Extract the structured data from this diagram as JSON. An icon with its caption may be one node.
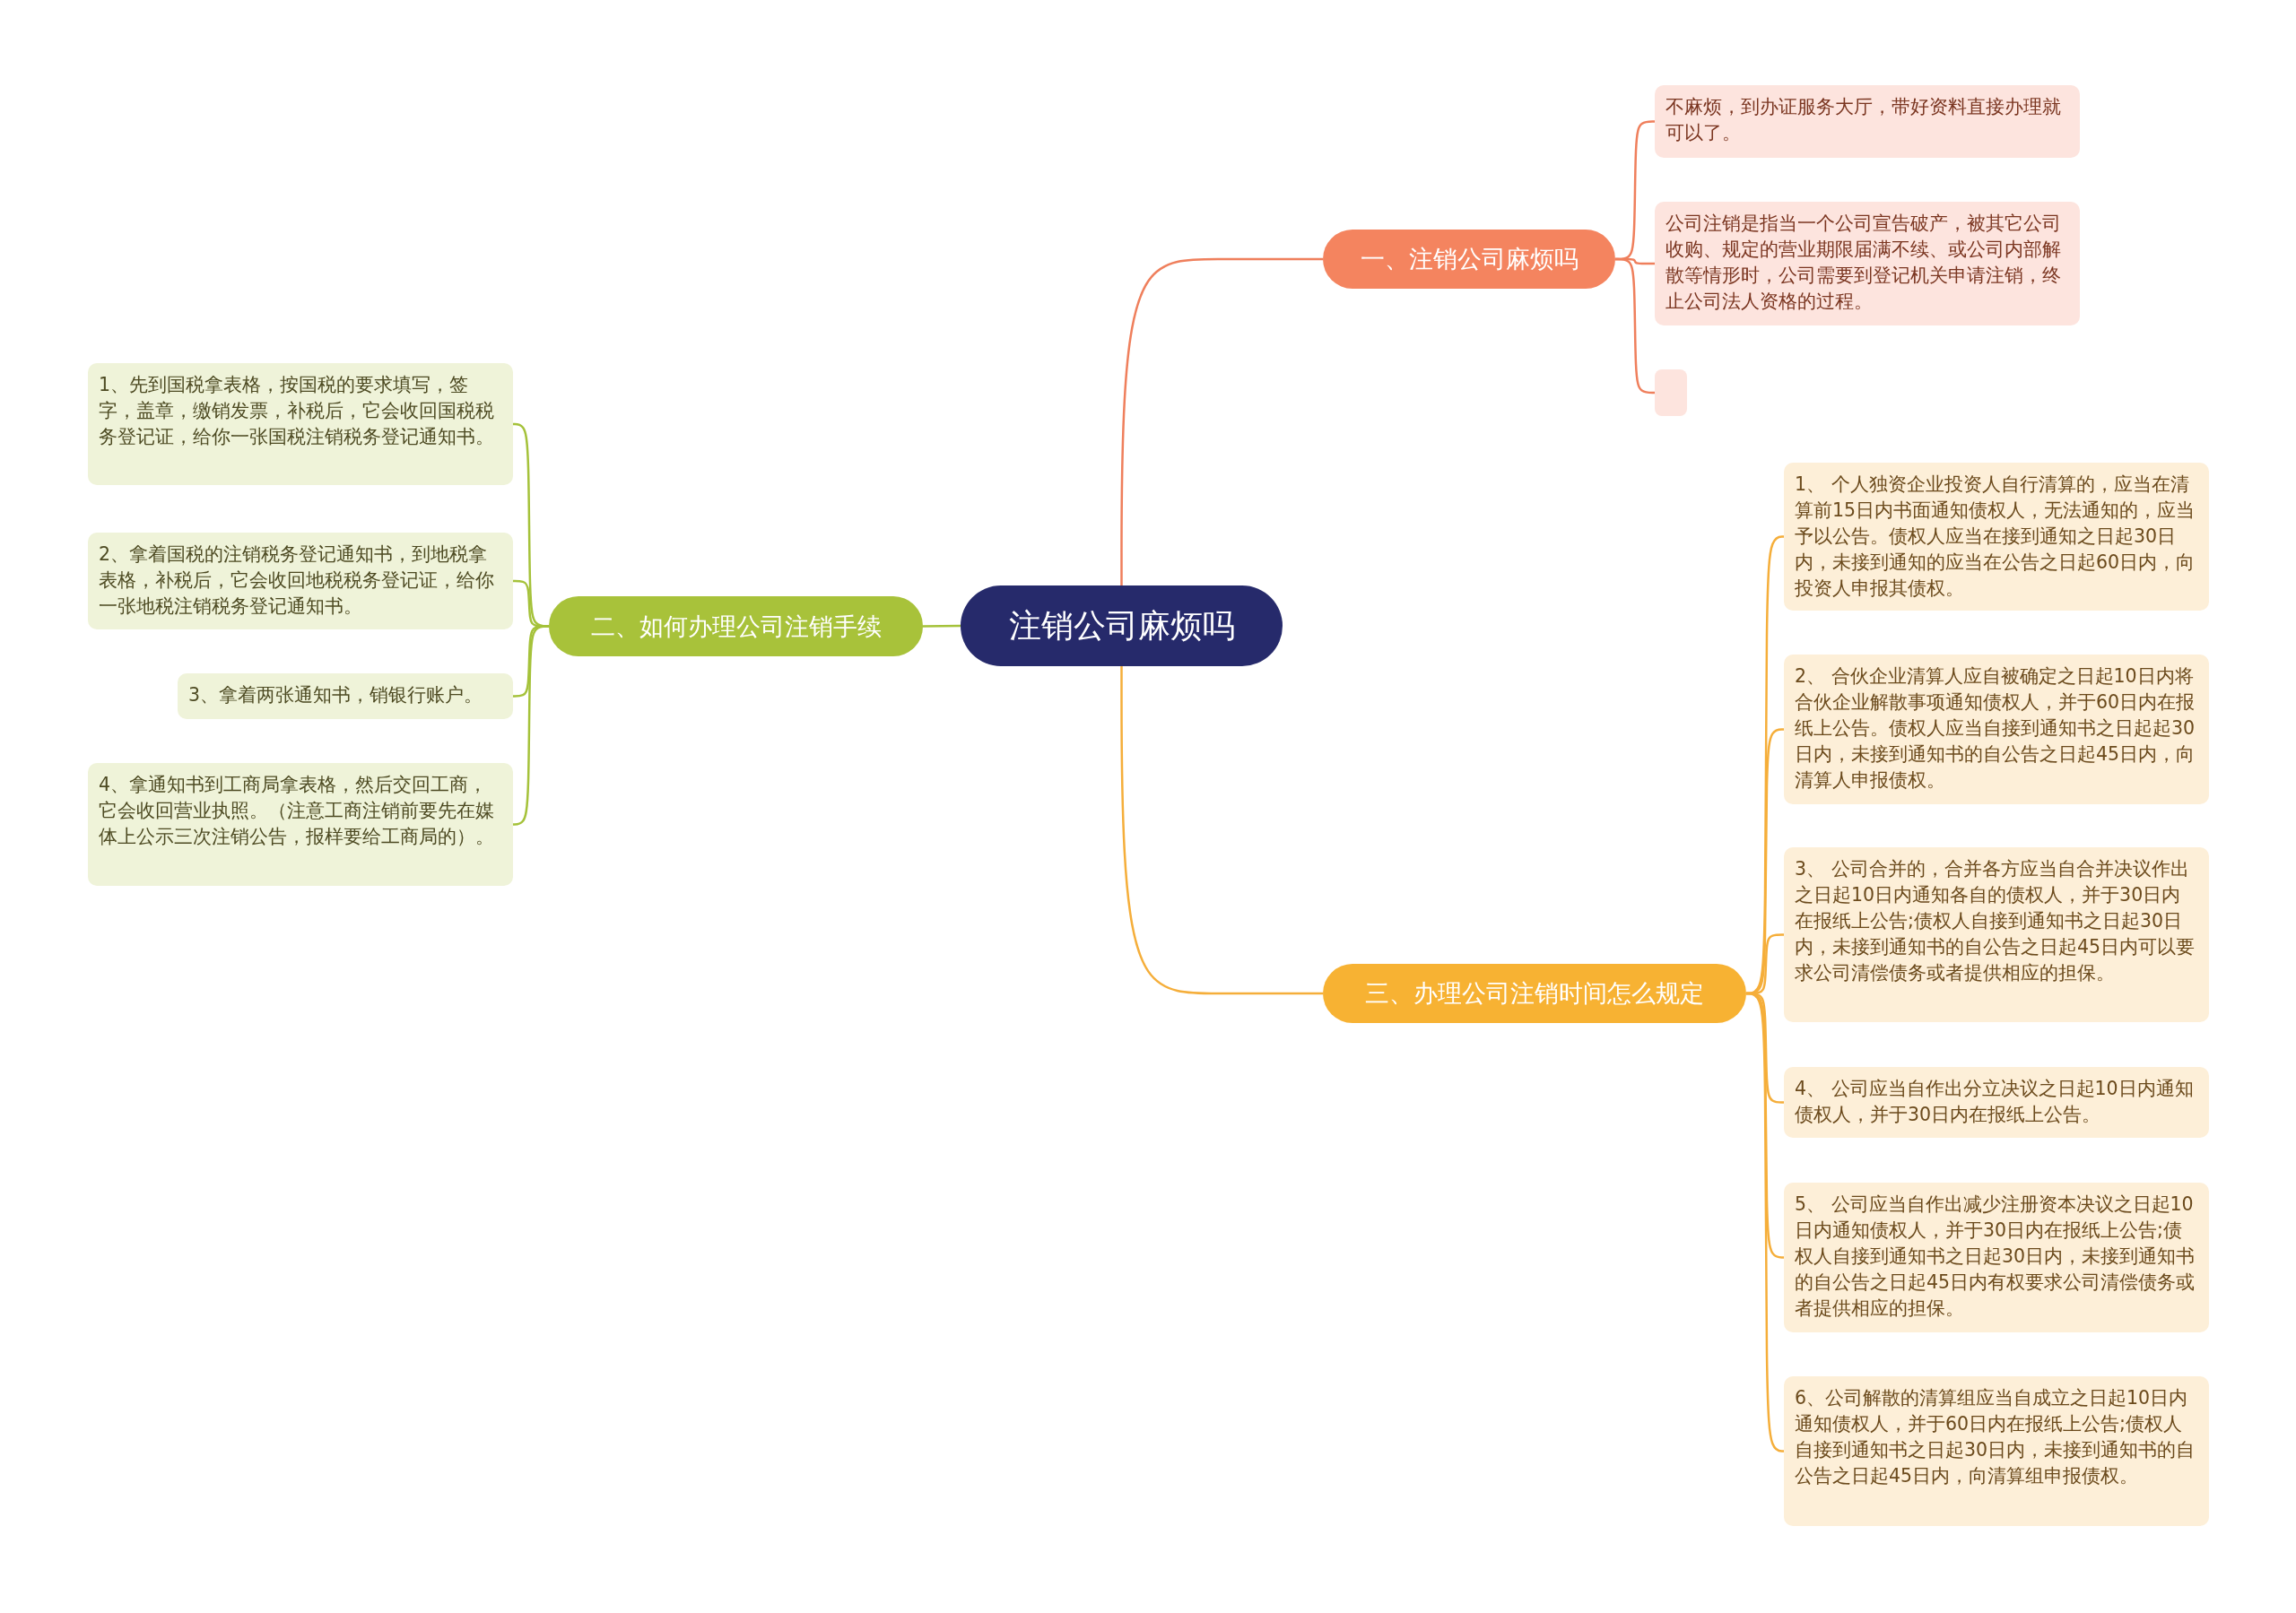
{
  "diagram": {
    "nodes": [
      {
        "text": [
          "注销公司麻烦吗"
        ]
      },
      {
        "text": [
          "一、注销公司麻烦吗"
        ]
      },
      {
        "text": [
          "不麻烦，到办证服务大厅，带好资料直接办理就可以了。"
        ]
      },
      {
        "text": [
          "公司注销是指当一个公司宣告破产，被其它公司收购、规定的营业期限届满不续、或公司内部解散等情形时，公司需要到登记机关申请注销，终止公司法人资格的过程。"
        ]
      },
      {
        "text": [],
        "shape": "box"
      },
      {
        "text": [
          "二、如何办理公司注销手续"
        ]
      },
      {
        "text": [
          "1、先到国税拿表格，按国税的要求填写，签字，盖章，缴销发票，补税后，它会收回国税税务登记证，给你一张国税注销税务登记通知书。"
        ]
      },
      {
        "text": [
          "2、拿着国税的注销税务登记通知书，到地税拿表格，补税后，它会收回地税税务登记证，给你一张地税注销税务登记通知书。"
        ]
      },
      {
        "text": [
          "3、拿着两张通知书，销银行账户。"
        ]
      },
      {
        "text": [
          "4、拿通知书到工商局拿表格，然后交回工商，它会收回营业执照。（注意工商注销前要先在媒体上公示三次注销公告，报样要给工商局的）。"
        ]
      },
      {
        "text": [
          "三、办理公司注销时间怎么规定"
        ]
      },
      {
        "text": [
          "1、 个人独资企业投资人自行清算的，应当在清算前15日内书面通知债权人，无法通知的，应当予以公告。债权人应当在接到通知之日起30日内，未接到通知的应当在公告之日起60日内，向投资人申报其债权。"
        ]
      },
      {
        "text": [
          "2、 合伙企业清算人应自被确定之日起10日内将合伙企业解散事项通知债权人，并于60日内在报纸上公告。债权人应当自接到通知书之日起起30日内，未接到通知书的自公告之日起45日内，向清算人申报债权。"
        ]
      },
      {
        "text": [
          "3、 公司合并的，合并各方应当自合并决议作出之日起10日内通知各自的债权人，并于30日内在报纸上公告;债权人自接到通知书之日起30日内，未接到通知书的自公告之日起45日内可以要求公司清偿债务或者提供相应的担保。"
        ]
      },
      {
        "text": [
          "4、 公司应当自作出分立决议之日起10日内通知债权人，并于30日内在报纸上公告。"
        ]
      },
      {
        "text": [
          "5、 公司应当自作出减少注册资本决议之日起10日内通知债权人，并于30日内在报纸上公告;债权人自接到通知书之日起30日内，未接到通知书的自公告之日起45日内有权要求公司清偿债务或者提供相应的担保。"
        ]
      },
      {
        "text": [
          "6、公司解散的清算组应当自成立之日起10日内通知债权人，并于60日内在报纸上公告;债权人自接到通知书之日起30日内，未接到通知书的自公告之日起45日内，向清算组申报债权。"
        ]
      }
    ],
    "edges": [
      {
        "from": 0,
        "to": 1,
        "arrow": "none",
        "color": "#ef7f5c"
      },
      {
        "from": 1,
        "to": 2,
        "arrow": "none",
        "color": "#ef7f5c"
      },
      {
        "from": 1,
        "to": 3,
        "arrow": "none",
        "color": "#ef7f5c"
      },
      {
        "from": 1,
        "to": 4,
        "arrow": "none",
        "color": "#ef7f5c"
      },
      {
        "from": 0,
        "to": 5,
        "arrow": "none",
        "color": "#a5c23a"
      },
      {
        "from": 5,
        "to": 6,
        "arrow": "none",
        "color": "#a5c23a"
      },
      {
        "from": 5,
        "to": 7,
        "arrow": "none",
        "color": "#a5c23a"
      },
      {
        "from": 5,
        "to": 8,
        "arrow": "none",
        "color": "#a5c23a"
      },
      {
        "from": 5,
        "to": 9,
        "arrow": "none",
        "color": "#a5c23a"
      },
      {
        "from": 0,
        "to": 10,
        "arrow": "none"
      },
      {
        "from": 10,
        "to": 11,
        "arrow": "none"
      },
      {
        "from": 10,
        "to": 12,
        "arrow": "none"
      },
      {
        "from": 10,
        "to": 13,
        "arrow": "none"
      },
      {
        "from": 10,
        "to": 14,
        "arrow": "none"
      },
      {
        "from": 10,
        "to": 15,
        "arrow": "none"
      },
      {
        "from": 10,
        "to": 16,
        "arrow": "none"
      }
    ]
  }
}
